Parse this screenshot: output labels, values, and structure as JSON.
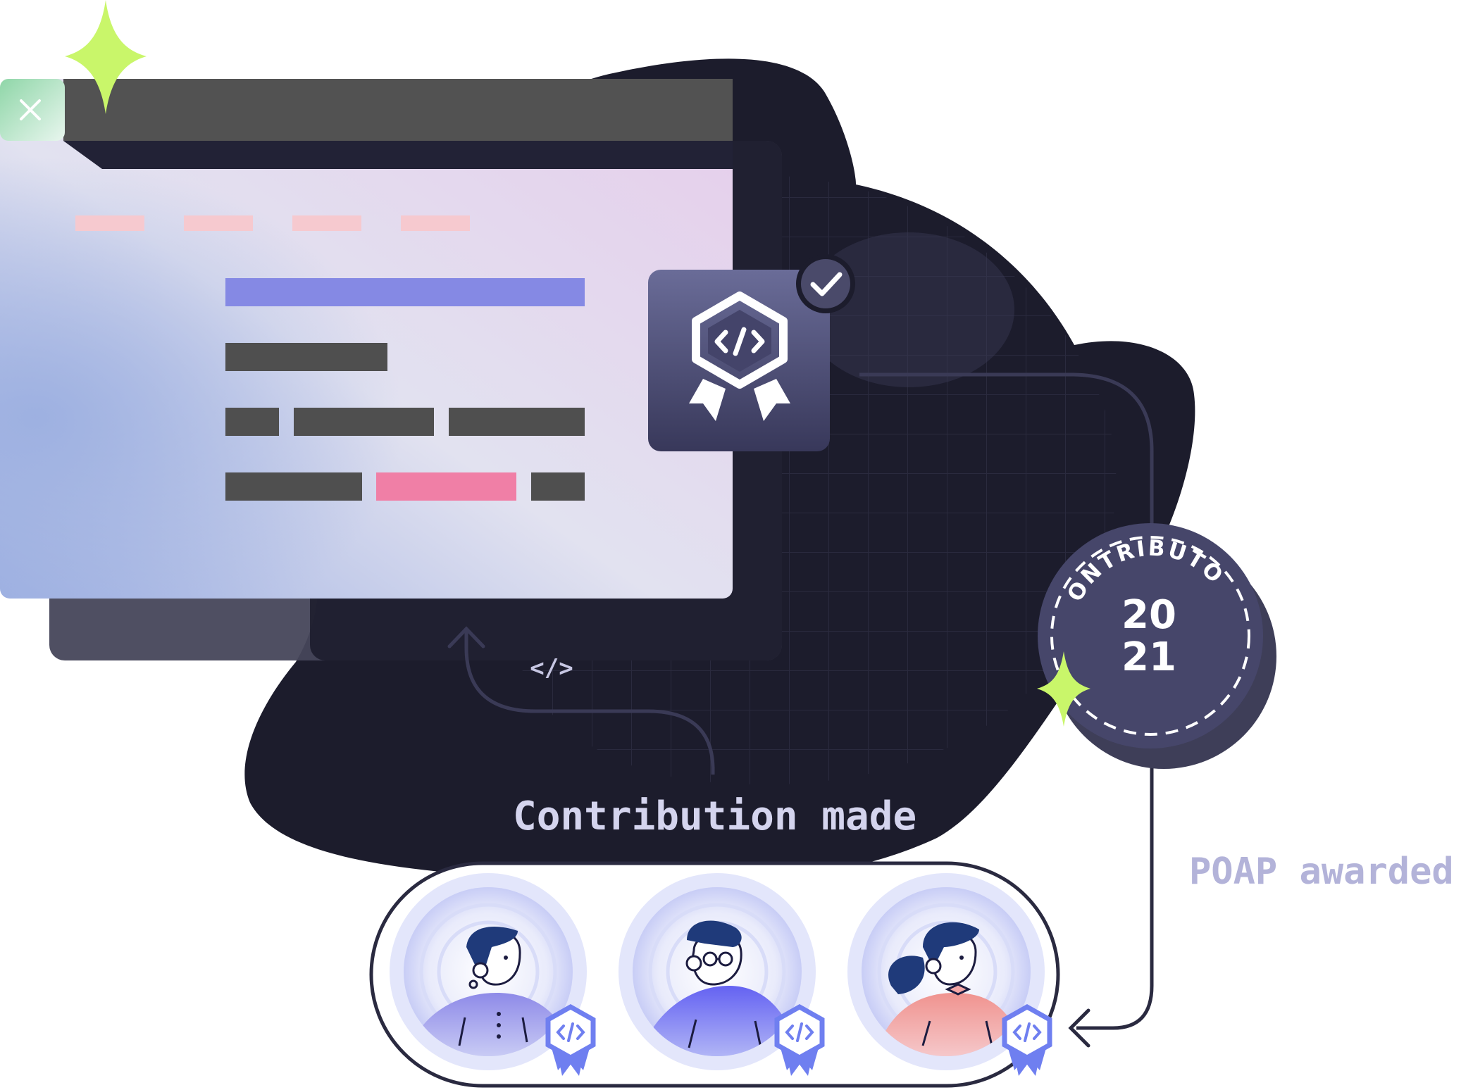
{
  "code_glyph": "</>",
  "labels": {
    "contribution": "Contribution made",
    "poap": "POAP awarded"
  },
  "badge": {
    "arc_text": "CONTRIBUTOR",
    "year_line1": "20",
    "year_line2": "21"
  },
  "avatars": [
    {
      "name": "avatar-person-earring",
      "skin": "#ffffff",
      "shirt": "#8a86e6"
    },
    {
      "name": "avatar-person-glasses",
      "skin": "#ffffff",
      "shirt": "#6d6cf2"
    },
    {
      "name": "avatar-person-long-hair",
      "skin": "#ffffff",
      "shirt": "#ef9a9a"
    }
  ],
  "colors": {
    "blob": "#1c1c2c",
    "window_bar": "#525252",
    "window_body_tint": "#e3e3f2",
    "sparkle": "#c9f66a",
    "close_tab": "#9fdfb8",
    "accent_purple": "#8589e4",
    "accent_pink": "#f07fa6",
    "text_light": "#d4d4ee",
    "text_muted": "#b3b3d9",
    "badge_disc": "#46466a",
    "ribbon": "#6f7ff0"
  }
}
